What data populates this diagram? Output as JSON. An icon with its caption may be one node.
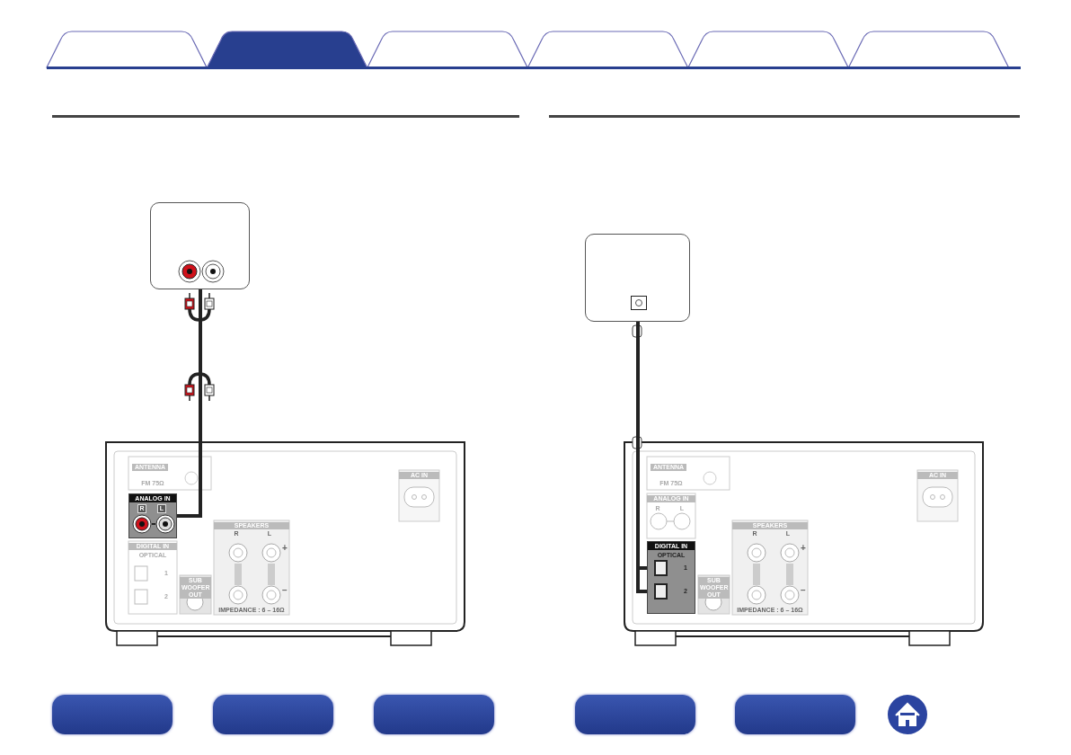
{
  "diagram": {
    "nodes": [
      {
        "text": [],
        "shape": "box"
      },
      {
        "text": [
          "ANALOG IN",
          "R",
          "L"
        ]
      },
      {
        "text": [],
        "shape": "box"
      },
      {
        "text": [
          "DIGITAL IN",
          "OPTICAL"
        ]
      },
      {
        "text": [],
        "shape": "box",
        "in": 3,
        "beside": [
          "1"
        ]
      },
      {
        "text": [],
        "shape": "box",
        "in": 3,
        "beside": [
          "2"
        ]
      }
    ],
    "edges": [
      {
        "from": 0,
        "to": 1,
        "arrow": "none"
      },
      {
        "from": 2,
        "to": 4,
        "arrow": "none"
      },
      {
        "from": 2,
        "to": 5,
        "arrow": "none"
      }
    ],
    "labels": [
      "ANTENNA",
      "FM 75Ω",
      "AC IN",
      "DIGITAL IN",
      "OPTICAL",
      "1",
      "2",
      "SUB WOOFER OUT",
      "SPEAKERS",
      "R",
      "L",
      "+",
      "−",
      "IMPEDANCE : 6 – 16Ω",
      "ANTENNA",
      "FM 75Ω",
      "AC IN",
      "ANALOG IN",
      "R",
      "L",
      "SUB WOOFER OUT",
      "SPEAKERS",
      "R",
      "L",
      "+",
      "−",
      "IMPEDANCE : 6 – 16Ω"
    ]
  }
}
